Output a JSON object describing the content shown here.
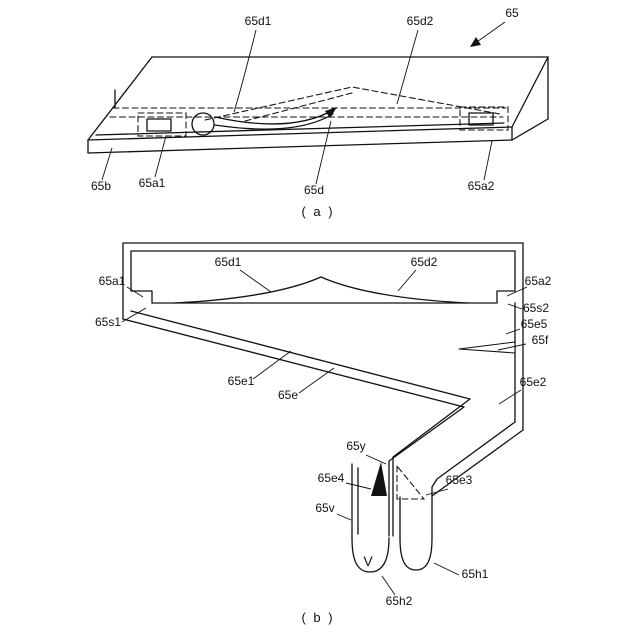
{
  "figure_a": {
    "caption": "( a )",
    "labels": {
      "ref": "65",
      "d1": "65d1",
      "d2": "65d2",
      "b": "65b",
      "a1": "65a1",
      "d": "65d",
      "a2": "65a2"
    }
  },
  "figure_b": {
    "caption": "( b )",
    "labels": {
      "a1": "65a1",
      "d1": "65d1",
      "d2": "65d2",
      "a2": "65a2",
      "s1": "65s1",
      "s2": "65s2",
      "e5": "65e5",
      "f": "65f",
      "e1": "65e1",
      "e": "65e",
      "e2": "65e2",
      "y": "65y",
      "e4": "65e4",
      "e3": "65e3",
      "v": "65v",
      "vol": "V",
      "h1": "65h1",
      "h2": "65h2"
    }
  }
}
